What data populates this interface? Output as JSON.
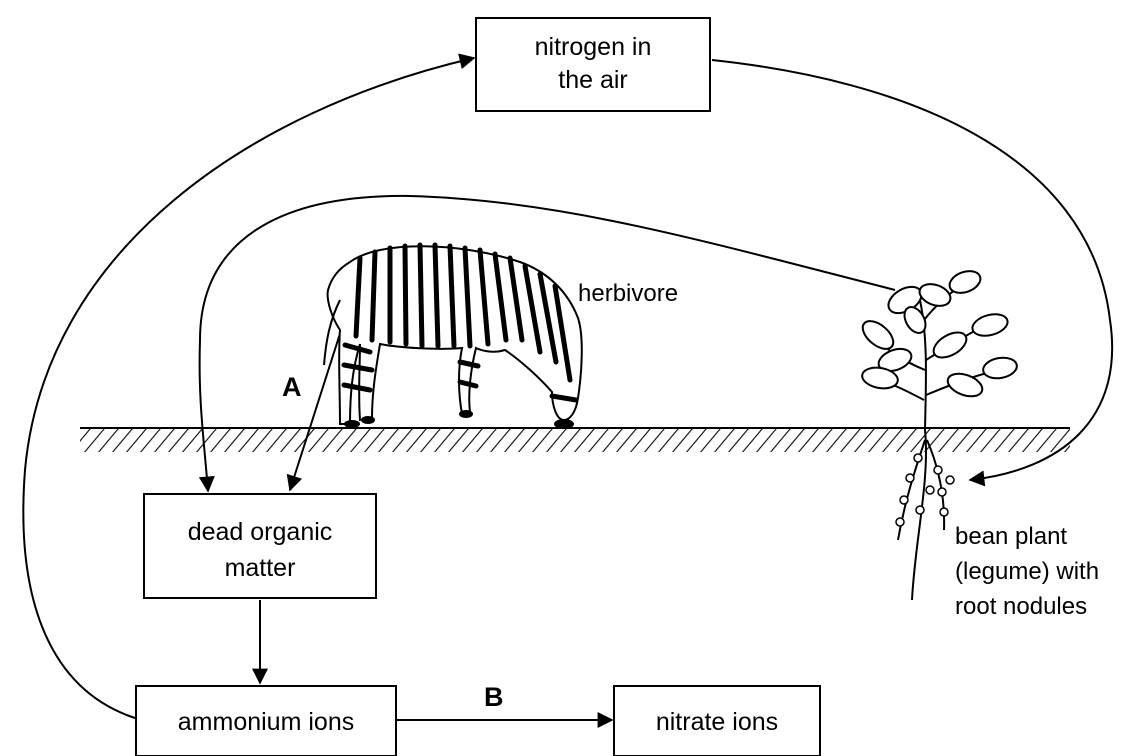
{
  "boxes": {
    "nitrogen_air": {
      "line1": "nitrogen in",
      "line2": "the air"
    },
    "dead_organic": {
      "line1": "dead organic",
      "line2": "matter"
    },
    "ammonium": {
      "text": "ammonium ions"
    },
    "nitrate": {
      "text": "nitrate ions"
    }
  },
  "labels": {
    "herbivore": "herbivore",
    "bean_line1": "bean plant",
    "bean_line2": "(legume) with",
    "bean_line3": "root nodules",
    "arrow_a": "A",
    "arrow_b": "B"
  },
  "colors": {
    "ink": "#000000",
    "background": "#ffffff"
  }
}
